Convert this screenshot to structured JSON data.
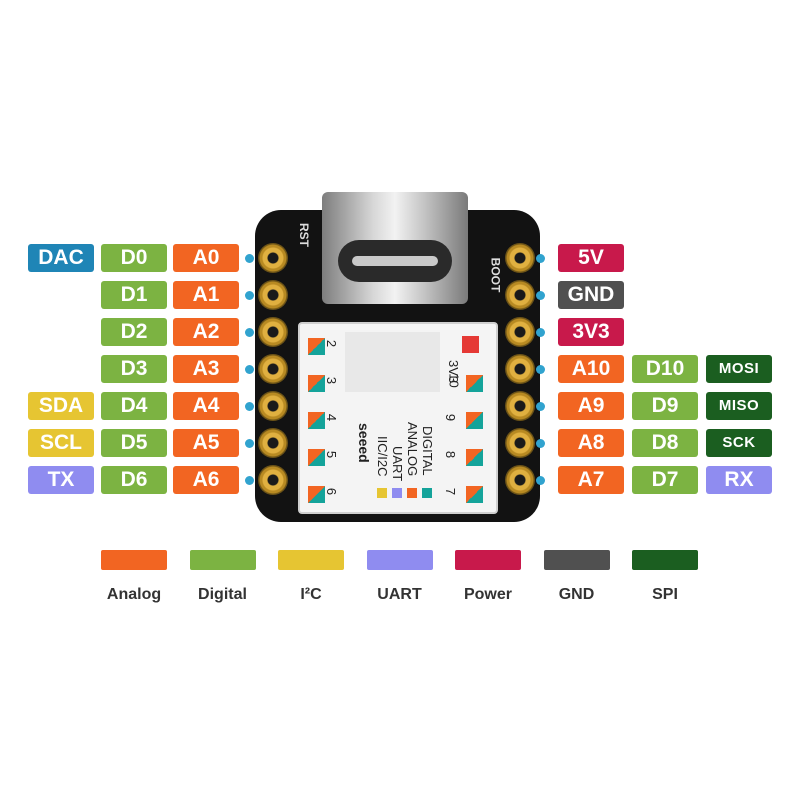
{
  "left_rows": [
    {
      "extra": "DAC",
      "digital": "D0",
      "analog": "A0"
    },
    {
      "extra": "",
      "digital": "D1",
      "analog": "A1"
    },
    {
      "extra": "",
      "digital": "D2",
      "analog": "A2"
    },
    {
      "extra": "",
      "digital": "D3",
      "analog": "A3"
    },
    {
      "extra": "SDA",
      "digital": "D4",
      "analog": "A4"
    },
    {
      "extra": "SCL",
      "digital": "D5",
      "analog": "A5"
    },
    {
      "extra": "TX",
      "digital": "D6",
      "analog": "A6"
    }
  ],
  "right_rows": [
    {
      "first": "5V",
      "digital": "",
      "extra": ""
    },
    {
      "first": "GND",
      "digital": "",
      "extra": ""
    },
    {
      "first": "3V3",
      "digital": "",
      "extra": ""
    },
    {
      "first": "A10",
      "digital": "D10",
      "extra": "MOSI"
    },
    {
      "first": "A9",
      "digital": "D9",
      "extra": "MISO"
    },
    {
      "first": "A8",
      "digital": "D8",
      "extra": "SCK"
    },
    {
      "first": "A7",
      "digital": "D7",
      "extra": "RX"
    }
  ],
  "board": {
    "rst_label": "RST",
    "boot_label": "BOOT",
    "brand": "seeed",
    "power_label": "3V3",
    "left_numbers": [
      "2",
      "3",
      "4",
      "5",
      "6"
    ],
    "right_numbers": [
      "10",
      "9",
      "8",
      "7"
    ],
    "key": [
      "IIC/I2C",
      "UART",
      "ANALOG",
      "DIGITAL"
    ]
  },
  "legend": [
    {
      "label": "Analog",
      "color": "#f26522"
    },
    {
      "label": "Digital",
      "color": "#7cb342"
    },
    {
      "label": "I²C",
      "color": "#e6c532"
    },
    {
      "label": "UART",
      "color": "#8f8cf0"
    },
    {
      "label": "Power",
      "color": "#c8194b"
    },
    {
      "label": "GND",
      "color": "#505050"
    },
    {
      "label": "SPI",
      "color": "#1b5e20"
    }
  ]
}
